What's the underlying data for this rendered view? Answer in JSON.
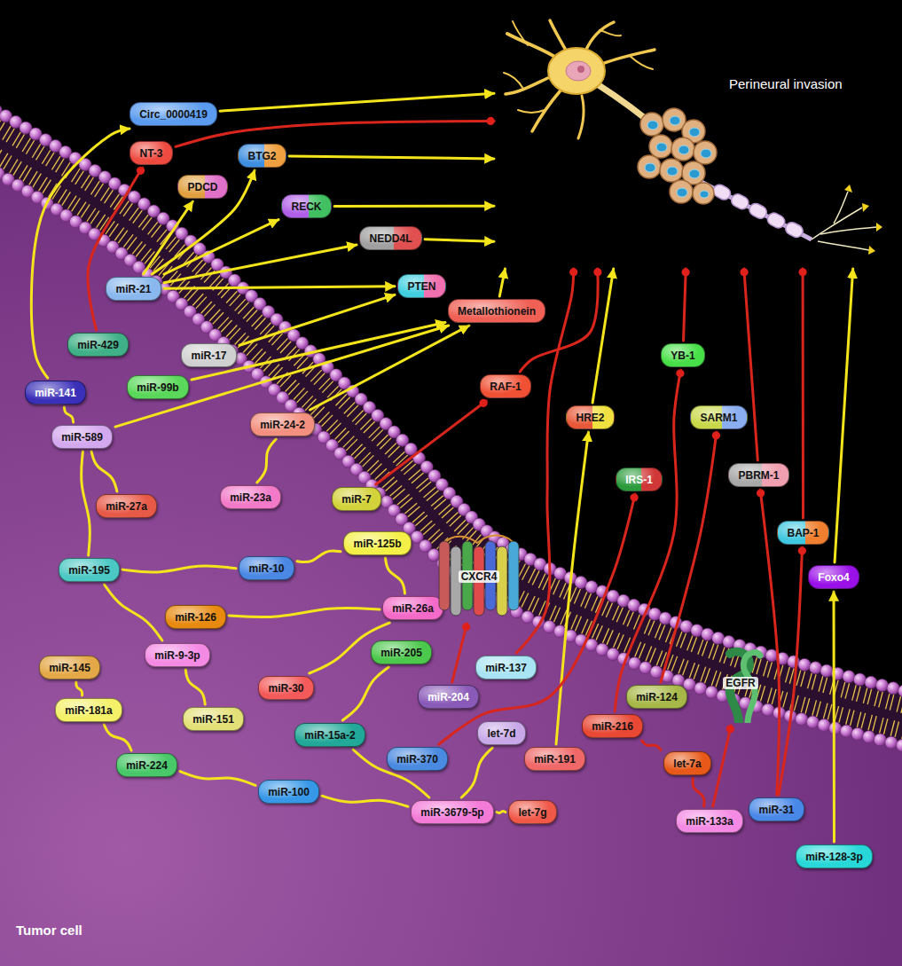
{
  "diagram": {
    "nodes": [
      {
        "text": [
          "Perineural invasion"
        ]
      },
      {
        "text": [
          "Circ_0000419"
        ]
      },
      {
        "text": [
          "NT-3"
        ]
      },
      {
        "text": [
          "PDCD"
        ]
      },
      {
        "text": [
          "BTG2"
        ]
      },
      {
        "text": [
          "RECK"
        ]
      },
      {
        "text": [
          "NEDD4L"
        ]
      },
      {
        "text": [
          "PTEN"
        ]
      },
      {
        "text": [
          "Metallothionein"
        ]
      },
      {
        "text": [
          "miR-21"
        ]
      },
      {
        "text": [
          "miR-429"
        ]
      },
      {
        "text": [
          "miR-17"
        ]
      },
      {
        "text": [
          "miR-141"
        ]
      },
      {
        "text": [
          "miR-99b"
        ]
      },
      {
        "text": [
          "miR-24-2"
        ]
      },
      {
        "text": [
          "miR-589"
        ]
      },
      {
        "text": [
          "miR-23a"
        ]
      },
      {
        "text": [
          "miR-7"
        ]
      },
      {
        "text": [
          "miR-27a"
        ]
      },
      {
        "text": [
          "miR-125b"
        ]
      },
      {
        "text": [
          "miR-10"
        ]
      },
      {
        "text": [
          "miR-195"
        ]
      },
      {
        "text": [
          "miR-26a"
        ]
      },
      {
        "text": [
          "miR-126"
        ]
      },
      {
        "text": [
          "miR-9-3p"
        ]
      },
      {
        "text": [
          "miR-145"
        ]
      },
      {
        "text": [
          "miR-30"
        ]
      },
      {
        "text": [
          "miR-205"
        ]
      },
      {
        "text": [
          "miR-181a"
        ]
      },
      {
        "text": [
          "miR-151"
        ]
      },
      {
        "text": [
          "miR-15a-2"
        ]
      },
      {
        "text": [
          "miR-224"
        ]
      },
      {
        "text": [
          "miR-100"
        ]
      },
      {
        "text": [
          "miR-3679-5p"
        ]
      },
      {
        "text": [
          "miR-204"
        ]
      },
      {
        "text": [
          "miR-370"
        ]
      },
      {
        "text": [
          "let-7d"
        ]
      },
      {
        "text": [
          "let-7g"
        ]
      },
      {
        "text": [
          "RAF-1"
        ]
      },
      {
        "text": [
          "CXCR4"
        ]
      },
      {
        "text": [
          "miR-137"
        ]
      },
      {
        "text": [
          "miR-191"
        ]
      },
      {
        "text": [
          "HRE2"
        ]
      },
      {
        "text": [
          "SARM1"
        ]
      },
      {
        "text": [
          "IRS-1"
        ]
      },
      {
        "text": [
          "YB-1"
        ]
      },
      {
        "text": [
          "miR-124"
        ]
      },
      {
        "text": [
          "miR-216"
        ]
      },
      {
        "text": [
          "let-7a"
        ]
      },
      {
        "text": [
          "miR-133a"
        ]
      },
      {
        "text": [
          "PBRM-1"
        ]
      },
      {
        "text": [
          "BAP-1"
        ]
      },
      {
        "text": [
          "EGFR"
        ]
      },
      {
        "text": [
          "Foxo4"
        ]
      },
      {
        "text": [
          "miR-31"
        ]
      },
      {
        "text": [
          "miR-128-3p"
        ]
      }
    ],
    "edges": [
      {
        "from": 12,
        "to": 1,
        "arrow": "to"
      },
      {
        "from": 1,
        "to": 0,
        "arrow": "to"
      },
      {
        "from": 2,
        "to": 0,
        "arrow": "to"
      },
      {
        "from": 10,
        "to": 2,
        "arrow": "to"
      },
      {
        "from": 9,
        "to": 3,
        "arrow": "to"
      },
      {
        "from": 9,
        "to": 4,
        "arrow": "to"
      },
      {
        "from": 9,
        "to": 5,
        "arrow": "to"
      },
      {
        "from": 9,
        "to": 6,
        "arrow": "to"
      },
      {
        "from": 9,
        "to": 7,
        "arrow": "to"
      },
      {
        "from": 11,
        "to": 7,
        "arrow": "to"
      },
      {
        "from": 13,
        "to": 8,
        "arrow": "to"
      },
      {
        "from": 14,
        "to": 8,
        "arrow": "to"
      },
      {
        "from": 15,
        "to": 8,
        "arrow": "to"
      },
      {
        "from": 8,
        "to": 0,
        "arrow": "to"
      },
      {
        "from": 4,
        "to": 0,
        "arrow": "to"
      },
      {
        "from": 5,
        "to": 0,
        "arrow": "to"
      },
      {
        "from": 6,
        "to": 0,
        "arrow": "to"
      },
      {
        "from": 17,
        "to": 38,
        "arrow": "to"
      },
      {
        "from": 38,
        "to": 0,
        "arrow": "to"
      },
      {
        "from": 34,
        "to": 39,
        "arrow": "to"
      },
      {
        "from": 40,
        "to": 0,
        "arrow": "to"
      },
      {
        "from": 41,
        "to": 42,
        "arrow": "to"
      },
      {
        "from": 42,
        "to": 0,
        "arrow": "to"
      },
      {
        "from": 35,
        "to": 44,
        "arrow": "to"
      },
      {
        "from": 46,
        "to": 43,
        "arrow": "to"
      },
      {
        "from": 47,
        "to": 45,
        "arrow": "to"
      },
      {
        "from": 45,
        "to": 0,
        "arrow": "to"
      },
      {
        "from": 49,
        "to": 52,
        "arrow": "to"
      },
      {
        "from": 54,
        "to": 50,
        "arrow": "to"
      },
      {
        "from": 54,
        "to": 51,
        "arrow": "to"
      },
      {
        "from": 50,
        "to": 0,
        "arrow": "to"
      },
      {
        "from": 51,
        "to": 0,
        "arrow": "to"
      },
      {
        "from": 55,
        "to": 53,
        "arrow": "to"
      },
      {
        "from": 53,
        "to": 0,
        "arrow": "to"
      },
      {
        "from": 12,
        "to": 15,
        "arrow": "none"
      },
      {
        "from": 15,
        "to": 21,
        "arrow": "none"
      },
      {
        "from": 18,
        "to": 15,
        "arrow": "none"
      },
      {
        "from": 14,
        "to": 16,
        "arrow": "none"
      },
      {
        "from": 21,
        "to": 20,
        "arrow": "none"
      },
      {
        "from": 21,
        "to": 24,
        "arrow": "none"
      },
      {
        "from": 20,
        "to": 19,
        "arrow": "none"
      },
      {
        "from": 23,
        "to": 22,
        "arrow": "none"
      },
      {
        "from": 19,
        "to": 22,
        "arrow": "none"
      },
      {
        "from": 26,
        "to": 22,
        "arrow": "none"
      },
      {
        "from": 24,
        "to": 29,
        "arrow": "none"
      },
      {
        "from": 25,
        "to": 28,
        "arrow": "none"
      },
      {
        "from": 28,
        "to": 31,
        "arrow": "none"
      },
      {
        "from": 31,
        "to": 32,
        "arrow": "none"
      },
      {
        "from": 32,
        "to": 33,
        "arrow": "none"
      },
      {
        "from": 27,
        "to": 30,
        "arrow": "none"
      },
      {
        "from": 30,
        "to": 33,
        "arrow": "none"
      },
      {
        "from": 33,
        "to": 36,
        "arrow": "none"
      },
      {
        "from": 33,
        "to": 37,
        "arrow": "none"
      },
      {
        "from": 47,
        "to": 48,
        "arrow": "none"
      },
      {
        "from": 48,
        "to": 49,
        "arrow": "none"
      }
    ],
    "labels": [
      "Tumor cell"
    ]
  }
}
